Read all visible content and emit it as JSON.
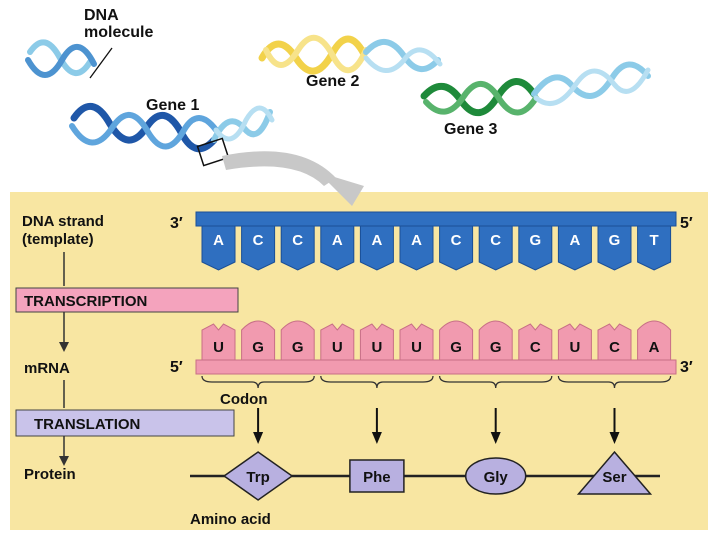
{
  "top": {
    "dna_label_line1": "DNA",
    "dna_label_line2": "molecule",
    "gene1_label": "Gene 1",
    "gene2_label": "Gene 2",
    "gene3_label": "Gene 3"
  },
  "panel": {
    "dna_strand_label_line1": "DNA strand",
    "dna_strand_label_line2": "(template)",
    "dna_left_end": "3′",
    "dna_right_end": "5′",
    "dna_bases": [
      "A",
      "C",
      "C",
      "A",
      "A",
      "A",
      "C",
      "C",
      "G",
      "A",
      "G",
      "T"
    ],
    "transcription_label": "TRANSCRIPTION",
    "mrna_label": "mRNA",
    "mrna_left_end": "5′",
    "mrna_right_end": "3′",
    "mrna_bases": [
      "U",
      "G",
      "G",
      "U",
      "U",
      "U",
      "G",
      "G",
      "C",
      "U",
      "C",
      "A"
    ],
    "codon_label": "Codon",
    "translation_label": "TRANSLATION",
    "protein_label": "Protein",
    "amino_acids": [
      "Trp",
      "Phe",
      "Gly",
      "Ser"
    ],
    "amino_acid_caption": "Amino acid"
  },
  "colors": {
    "panel_bg": "#f8e6a2",
    "dna_light": "#8ccbe8",
    "dna_dark": "#1f57a8",
    "gene2": "#f2d24a",
    "gene3": "#1e8a3a",
    "dna_strand": "#2f6fc0",
    "mrna": "#f19aaf",
    "label_box": "#f4a3bd",
    "amino": "#b8b0e0"
  }
}
